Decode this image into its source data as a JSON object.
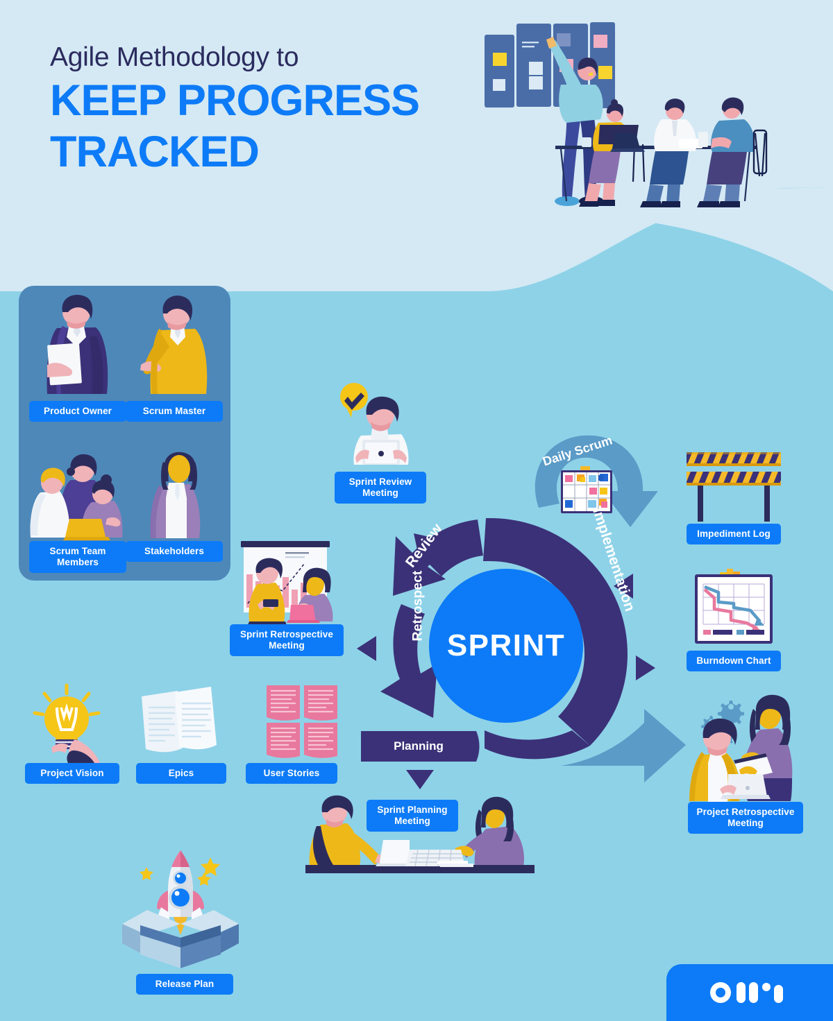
{
  "header": {
    "title_line1": "Agile Methodology to",
    "title_line2": "KEEP PROGRESS",
    "title_line3": "TRACKED",
    "illustration_name": "team-kanban-board-meeting-illustration"
  },
  "colors": {
    "page_bg": "#8ed2e8",
    "header_bg": "#d4e9f4",
    "chip_blue": "#0d7bf7",
    "deep_purple": "#3b3178",
    "panel_blue": "#4e88b9",
    "arrow_steel": "#5a9bc7",
    "title_dark": "#2b2b5e",
    "accent_yellow": "#f5c518",
    "accent_pink": "#e8789d"
  },
  "roles_panel": {
    "name": "agile-roles-panel",
    "items": [
      {
        "label": "Product Owner",
        "icon": "businessman-with-document-illustration"
      },
      {
        "label": "Scrum Master",
        "icon": "man-in-yellow-jacket-illustration"
      },
      {
        "label": "Scrum Team\nMembers",
        "label_l1": "Scrum Team",
        "label_l2": "Members",
        "icon": "team-group-illustration"
      },
      {
        "label": "Stakeholders",
        "icon": "woman-in-purple-blazer-illustration"
      }
    ]
  },
  "sprint_cycle": {
    "center_label": "SPRINT",
    "arcs": [
      {
        "label": "Review",
        "color": "#3b3178"
      },
      {
        "label": "Implementation",
        "color": "#3b3178"
      },
      {
        "label": "Retrospect",
        "color": "#3b3178"
      },
      {
        "label": "Planning",
        "color": "#3b3178"
      },
      {
        "label": "Daily Scrum",
        "color": "#5a9bc7"
      }
    ]
  },
  "nodes": [
    {
      "id": "sprint-review-meeting",
      "label_l1": "Sprint Review",
      "label_l2": "Meeting",
      "icon": "man-with-laptop-checkmark-illustration"
    },
    {
      "id": "sprint-retrospective-meeting",
      "label_l1": "Sprint Retrospective",
      "label_l2": "Meeting",
      "icon": "presentation-chart-two-people-illustration"
    },
    {
      "id": "impediment-log",
      "label_l1": "Impediment Log",
      "label_l2": "",
      "icon": "road-barrier-illustration"
    },
    {
      "id": "burndown-chart",
      "label_l1": "Burndown Chart",
      "label_l2": "",
      "icon": "burndown-line-chart-illustration"
    },
    {
      "id": "project-retrospective-meeting",
      "label_l1": "Project Retrospective",
      "label_l2": "Meeting",
      "icon": "two-people-gears-illustration"
    },
    {
      "id": "project-vision",
      "label_l1": "Project Vision",
      "label_l2": "",
      "icon": "lightbulb-in-hand-illustration"
    },
    {
      "id": "epics",
      "label_l1": "Epics",
      "label_l2": "",
      "icon": "two-documents-illustration"
    },
    {
      "id": "user-stories",
      "label_l1": "User Stories",
      "label_l2": "",
      "icon": "four-pink-cards-illustration"
    },
    {
      "id": "release-plan",
      "label_l1": "Release Plan",
      "label_l2": "",
      "icon": "rocket-in-box-illustration"
    },
    {
      "id": "sprint-planning-meeting",
      "label_l1": "Sprint Planning",
      "label_l2": "Meeting",
      "icon": "two-people-at-desk-laptops-illustration"
    },
    {
      "id": "daily-scrum-board",
      "label_l1": "",
      "label_l2": "",
      "icon": "kanban-sticky-note-board-illustration"
    }
  ],
  "footer": {
    "logo_name": "otter-ai-logo"
  }
}
